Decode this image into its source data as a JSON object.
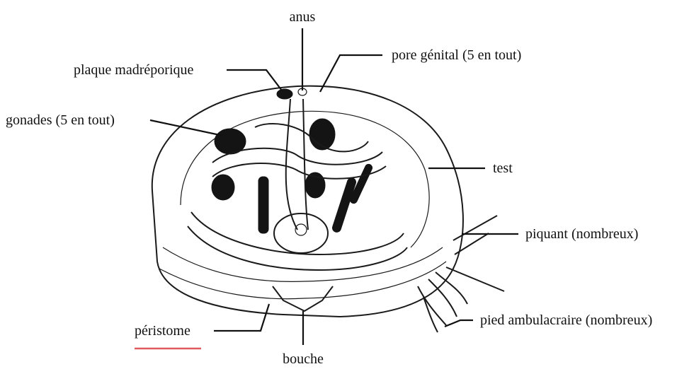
{
  "diagram": {
    "labels": {
      "anus": "anus",
      "plaque": "plaque madréporique",
      "pore": "pore génital (5 en tout)",
      "gonades": "gonades (5 en tout)",
      "test": "test",
      "piquant": "piquant (nombreux)",
      "pied": "pied ambulacraire (nombreux)",
      "peristome": "péristome",
      "bouche": "bouche"
    },
    "colors": {
      "ink": "#111111",
      "underline": "#e05a5f"
    }
  }
}
